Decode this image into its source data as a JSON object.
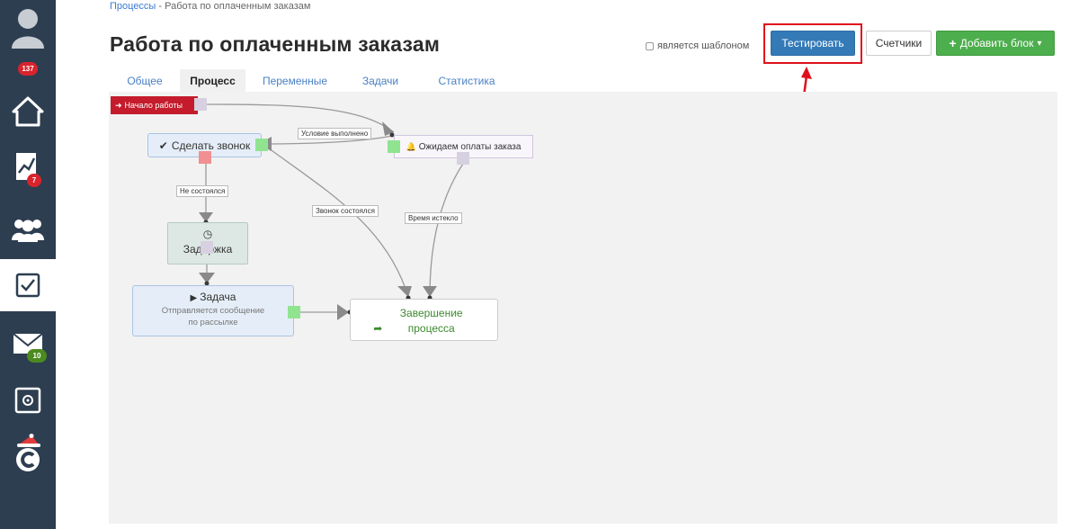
{
  "sidebar": {
    "badges": {
      "notifications": "137",
      "analytics": "7",
      "mail": "10"
    }
  },
  "breadcrumb": {
    "parent": "Процессы",
    "separator": " - ",
    "current": "Работа по оплаченным заказам"
  },
  "page": {
    "title": "Работа по оплаченным заказам"
  },
  "template_checkbox": {
    "label": "является шаблоном"
  },
  "buttons": {
    "test": "Тестировать",
    "counters": "Счетчики",
    "add_block": "Добавить блок",
    "add_icon": "+",
    "caret": "▾"
  },
  "tabs": [
    {
      "label": "Общее"
    },
    {
      "label": "Процесс",
      "active": true
    },
    {
      "label": "Переменные"
    },
    {
      "label": "Задачи"
    },
    {
      "label": "Статистика"
    }
  ],
  "nodes": {
    "start": {
      "icon": "sign-in-icon",
      "glyph": "➜",
      "label": "Начало работы"
    },
    "call": {
      "icon": "check-icon",
      "glyph": "✔",
      "label": "Сделать звонок"
    },
    "wait": {
      "icon": "bell-icon",
      "glyph": "🔔",
      "label": "Ожидаем оплаты заказа"
    },
    "delay": {
      "icon": "clock-icon",
      "glyph": "◷",
      "label": "Задержка"
    },
    "task": {
      "icon": "play-icon",
      "glyph": "▶",
      "label": "Задача",
      "description": "Отправляется сообщение по рассылке"
    },
    "end": {
      "icon": "sign-out-icon",
      "glyph": "➦",
      "label": "Завершение процесса"
    }
  },
  "edge_labels": {
    "condition_met": "Условие выполнено",
    "not_happened": "Не состоялся",
    "call_happened": "Звонок состоялся",
    "time_expired": "Время истекло"
  },
  "colors": {
    "sidebar": "#2d3e50",
    "primary": "#337ab7",
    "success": "#4cae4c",
    "danger": "#c41c2c",
    "highlight": "#e0101b",
    "tab_link": "#4a80c4"
  }
}
